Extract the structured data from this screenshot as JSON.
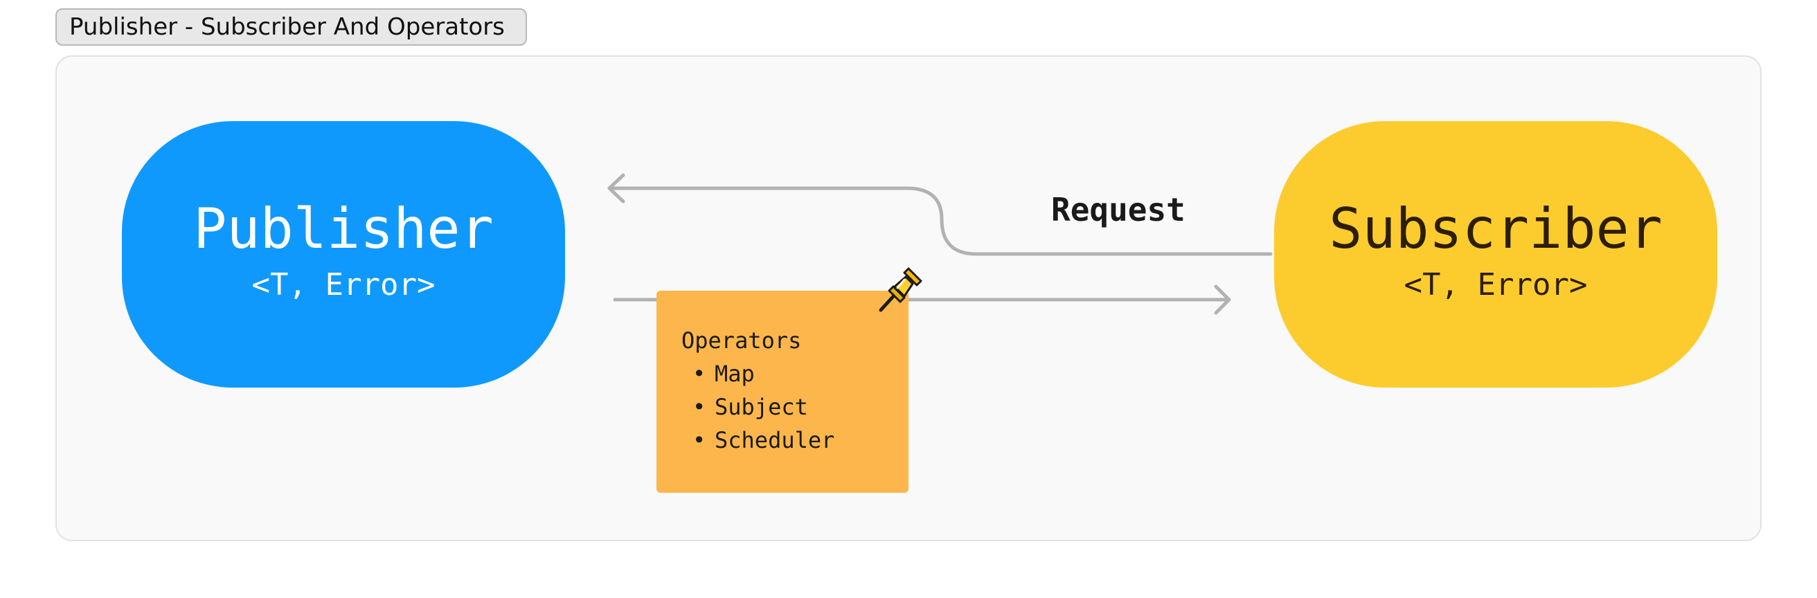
{
  "frame": {
    "title": "Publisher - Subscriber And Operators"
  },
  "publisher": {
    "title": "Publisher",
    "generics": "<T, Error>",
    "color": "#0f99fd"
  },
  "subscriber": {
    "title": "Subscriber",
    "generics": "<T, Error>",
    "color": "#fccc2e"
  },
  "request_arrow": {
    "label": "Request",
    "color": "#b2b2b2"
  },
  "data_arrow": {
    "color": "#b2b2b2"
  },
  "sticky_note": {
    "title": "Operators",
    "items": [
      "Map",
      "Subject",
      "Scheduler"
    ],
    "color": "#fdb64b",
    "icon": "pushpin-icon"
  }
}
